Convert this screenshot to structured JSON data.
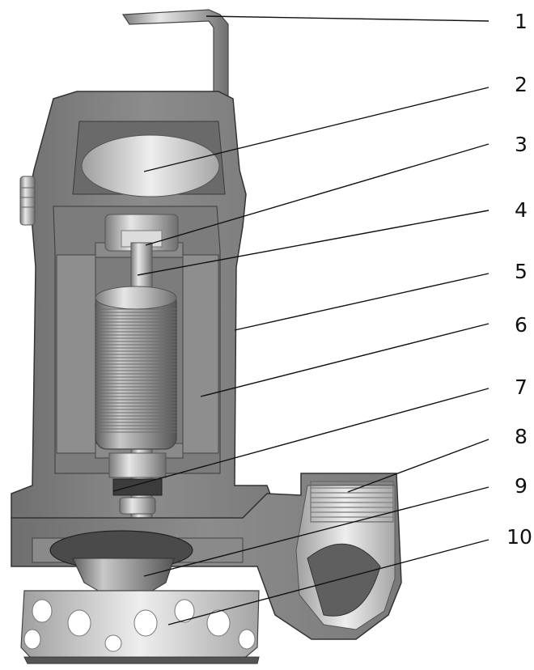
{
  "figure": {
    "description_colors": {
      "housing": "#8a8a8a",
      "housing_dark": "#5c5c5c",
      "metal_light": "#d9d9d9",
      "rotor": "#9c9c9c",
      "line": "#111111"
    }
  },
  "callouts": [
    {
      "label": "1"
    },
    {
      "label": "2"
    },
    {
      "label": "3"
    },
    {
      "label": "4"
    },
    {
      "label": "5"
    },
    {
      "label": "6"
    },
    {
      "label": "7"
    },
    {
      "label": "8"
    },
    {
      "label": "9"
    },
    {
      "label": "10"
    }
  ]
}
